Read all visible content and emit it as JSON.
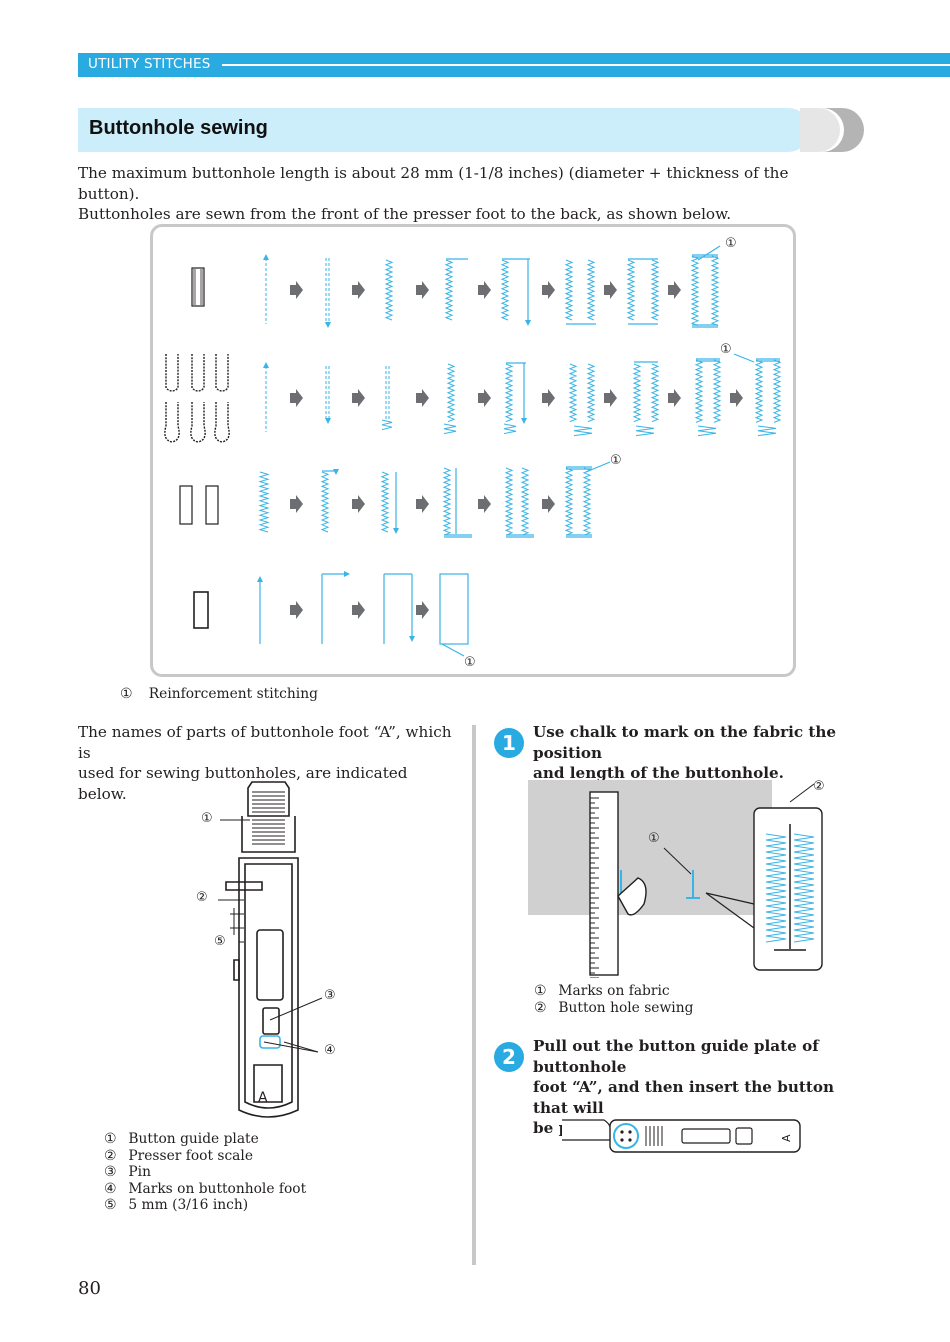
{
  "header": {
    "section_label": "UTILITY STITCHES"
  },
  "title": "Buttonhole sewing",
  "intro": [
    "The maximum buttonhole length is about 28 mm (1-1/8 inches) (diameter + thickness of the button).",
    "Buttonholes are sewn from the front of the presser foot to the back, as shown below."
  ],
  "diagram": {
    "callout_marker": "①",
    "legend": {
      "marker": "①",
      "label": "Reinforcement stitching"
    }
  },
  "parts_intro": [
    "The names of parts of buttonhole foot “A”, which is",
    "used for sewing buttonholes, are indicated below."
  ],
  "foot_diagram": {
    "foot_letter": "A",
    "markers": [
      "①",
      "②",
      "⑤",
      "③",
      "④"
    ]
  },
  "parts_legend": [
    {
      "marker": "①",
      "label": "Button guide plate"
    },
    {
      "marker": "②",
      "label": "Presser foot scale"
    },
    {
      "marker": "③",
      "label": "Pin"
    },
    {
      "marker": "④",
      "label": "Marks on buttonhole foot"
    },
    {
      "marker": "⑤",
      "label": "5 mm (3/16 inch)"
    }
  ],
  "steps": [
    {
      "number": "1",
      "lines": [
        "Use chalk to mark on the fabric the position",
        "and length of the buttonhole."
      ]
    },
    {
      "number": "2",
      "lines": [
        "Pull out the button guide plate of buttonhole",
        "foot “A”, and then insert the button that will",
        "be put through the buttonhole."
      ]
    }
  ],
  "fabric_diagram": {
    "markers": [
      "①",
      "②"
    ],
    "legend": [
      {
        "marker": "①",
        "label": "Marks on fabric"
      },
      {
        "marker": "②",
        "label": "Button hole sewing"
      }
    ]
  },
  "small_foot_letter": "A",
  "page_number": "80",
  "colors": {
    "accent": "#29abe2",
    "title_band": "#cbeefa",
    "stitch": "#3ab4e6"
  }
}
